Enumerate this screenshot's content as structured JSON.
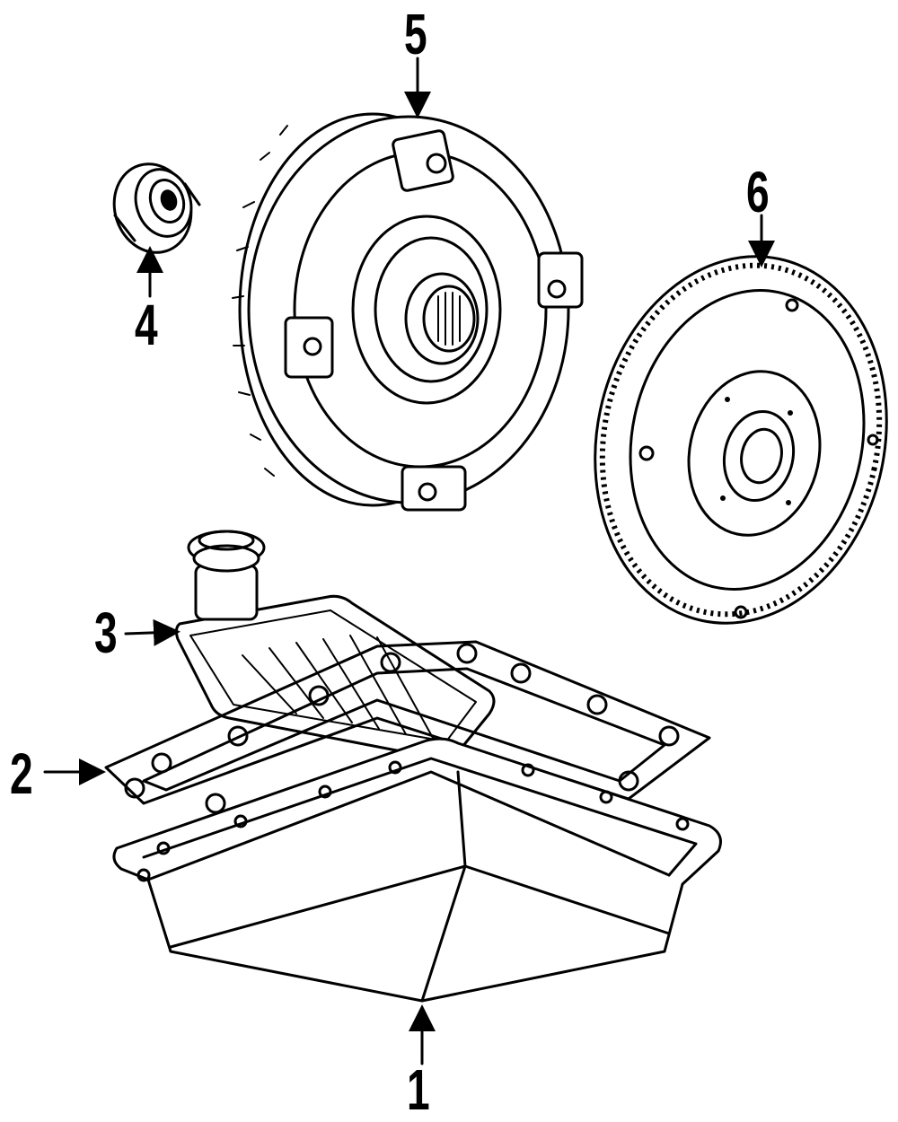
{
  "diagram": {
    "callouts": [
      {
        "id": "1",
        "label": "1"
      },
      {
        "id": "2",
        "label": "2"
      },
      {
        "id": "3",
        "label": "3"
      },
      {
        "id": "4",
        "label": "4"
      },
      {
        "id": "5",
        "label": "5"
      },
      {
        "id": "6",
        "label": "6"
      }
    ],
    "colors": {
      "ink": "#000000",
      "background": "#ffffff"
    }
  }
}
